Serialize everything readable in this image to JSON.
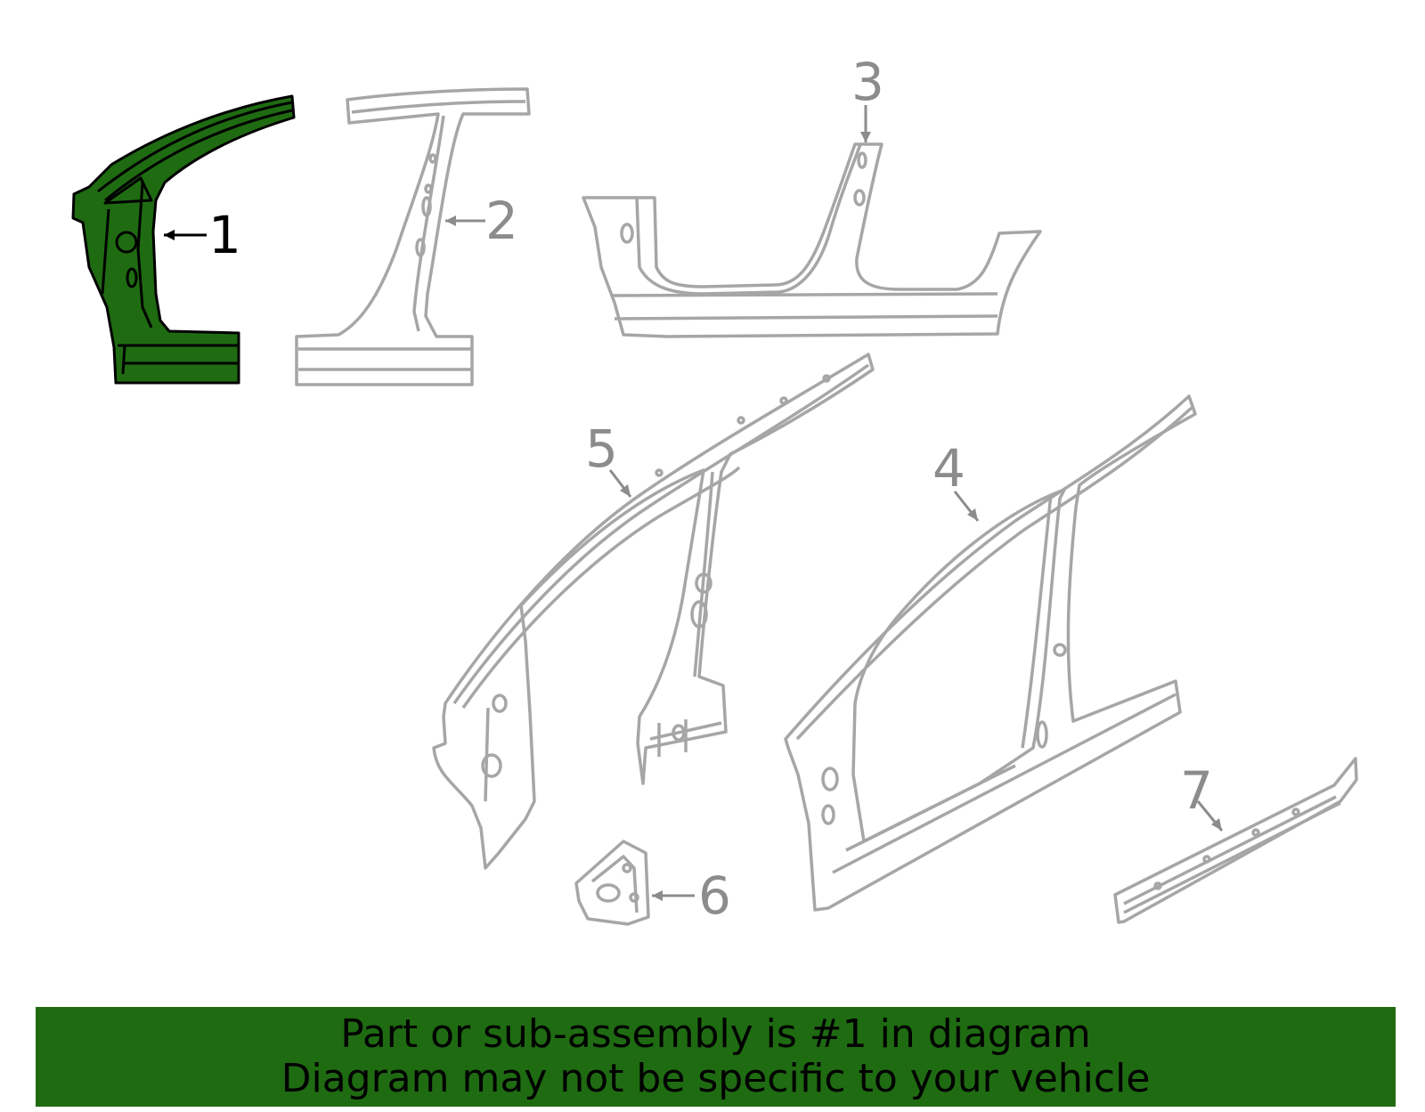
{
  "colors": {
    "highlight": "#1f6b12",
    "part_outline": "#a6a6a6",
    "callout_gray": "#8c8c8c",
    "callout_active": "#000000",
    "banner_bg": "#1f6b12",
    "banner_text": "#000000"
  },
  "callouts": [
    {
      "id": "1",
      "label": "1",
      "highlighted": true
    },
    {
      "id": "2",
      "label": "2",
      "highlighted": false
    },
    {
      "id": "3",
      "label": "3",
      "highlighted": false
    },
    {
      "id": "4",
      "label": "4",
      "highlighted": false
    },
    {
      "id": "5",
      "label": "5",
      "highlighted": false
    },
    {
      "id": "6",
      "label": "6",
      "highlighted": false
    },
    {
      "id": "7",
      "label": "7",
      "highlighted": false
    }
  ],
  "banner": {
    "line1": "Part or sub-assembly is #1 in diagram",
    "line2": "Diagram may not be specific to your vehicle"
  }
}
